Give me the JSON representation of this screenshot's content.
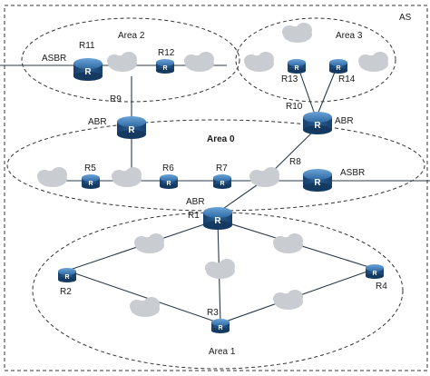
{
  "labels": {
    "as": "AS",
    "area0": "Area 0",
    "area1": "Area 1",
    "area2": "Area 2",
    "area3": "Area 3"
  },
  "routers": {
    "r1": {
      "name": "R1",
      "role": "ABR",
      "glyph": "R"
    },
    "r2": {
      "name": "R2",
      "glyph": "R"
    },
    "r3": {
      "name": "R3",
      "glyph": "R"
    },
    "r4": {
      "name": "R4",
      "glyph": "R"
    },
    "r5": {
      "name": "R5",
      "glyph": "R"
    },
    "r6": {
      "name": "R6",
      "glyph": "R"
    },
    "r7": {
      "name": "R7",
      "glyph": "R"
    },
    "r8": {
      "name": "R8",
      "role": "ASBR",
      "glyph": "R"
    },
    "r9": {
      "name": "R9",
      "role": "ABR",
      "glyph": "R"
    },
    "r10": {
      "name": "R10",
      "role": "ABR",
      "glyph": "R"
    },
    "r11": {
      "name": "R11",
      "role": "ASBR",
      "glyph": "R"
    },
    "r12": {
      "name": "R12",
      "glyph": "R"
    },
    "r13": {
      "name": "R13",
      "glyph": "R"
    },
    "r14": {
      "name": "R14",
      "glyph": "R"
    }
  },
  "colors": {
    "router_body": "#1f4f82",
    "router_top": "#3a79b4",
    "cloud": "#c9ccd1",
    "line": "#2b3a4a"
  }
}
